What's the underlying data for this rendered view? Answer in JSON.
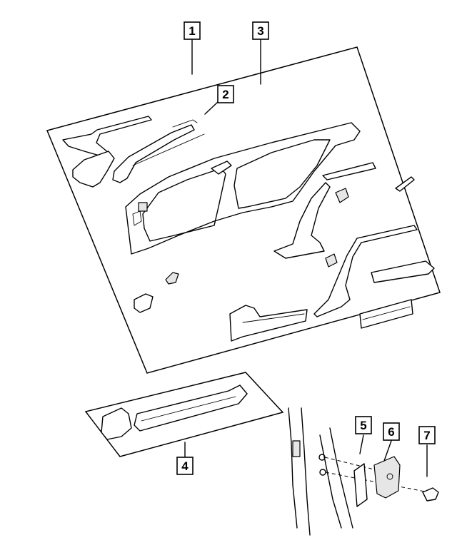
{
  "callouts": [
    {
      "id": "1",
      "label": "1"
    },
    {
      "id": "2",
      "label": "2"
    },
    {
      "id": "3",
      "label": "3"
    },
    {
      "id": "4",
      "label": "4"
    },
    {
      "id": "5",
      "label": "5"
    },
    {
      "id": "6",
      "label": "6"
    },
    {
      "id": "7",
      "label": "7"
    }
  ],
  "colors": {
    "ink": "#000000",
    "paper": "#ffffff",
    "shade": "#e6e6e6"
  }
}
